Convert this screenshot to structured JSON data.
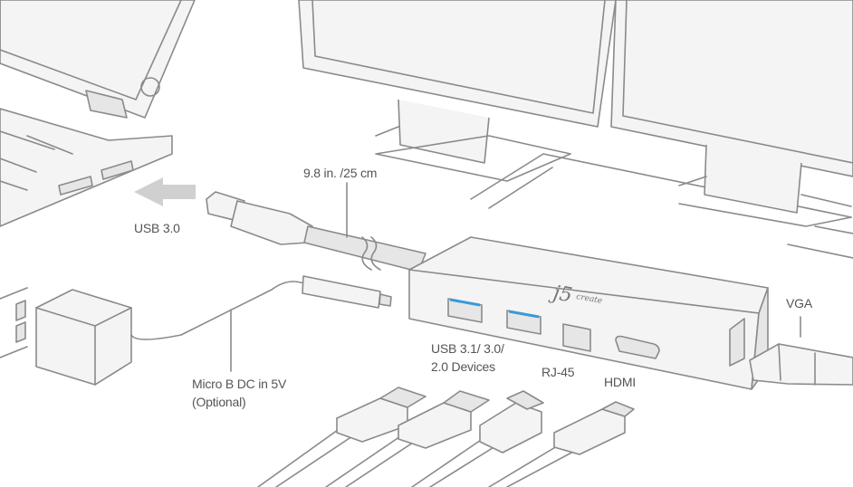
{
  "diagram": {
    "brand_logo": "j5create",
    "labels": {
      "cable_length": "9.8 in. /25 cm",
      "usb_host": "USB 3.0",
      "power_line1": "Micro B DC in 5V",
      "power_line2": "(Optional)",
      "usb_devices_line1": "USB 3.1/ 3.0/",
      "usb_devices_line2": "2.0 Devices",
      "ethernet": "RJ-45",
      "hdmi": "HDMI",
      "vga": "VGA"
    },
    "colors": {
      "line": "#8a8a8a",
      "usb_port_accent": "#3a9ad9",
      "arrow": "#d0d0d0"
    }
  }
}
